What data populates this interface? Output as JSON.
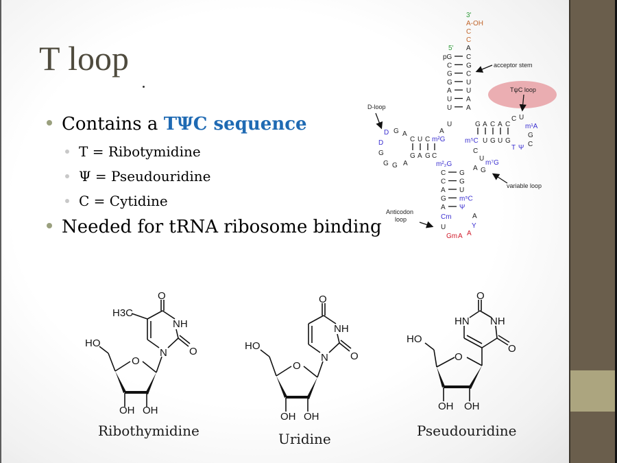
{
  "slide": {
    "title": "T loop",
    "bullets": [
      {
        "prefix": "Contains a ",
        "highlight": "TΨC sequence",
        "level": 1
      },
      {
        "text": "T = Ribotymidine",
        "level": 2
      },
      {
        "text": "Ψ = Pseudouridine",
        "level": 2
      },
      {
        "text": "C = Cytidine",
        "level": 2
      },
      {
        "text": "Needed for tRNA ribosome binding",
        "level": 1
      }
    ],
    "colors": {
      "highlight": "#1f6ab3",
      "title": "#4f4b3e",
      "sidebar": "#6a5e4c",
      "sidebar_accent": "#aca57f",
      "tpsic_oval": "#e8a0a4"
    }
  },
  "trna_diagram": {
    "end_3prime": "3'",
    "end_5prime": "5'",
    "acceptor_tail": [
      "A-OH",
      "C",
      "C",
      "A"
    ],
    "acceptor_pairs": [
      [
        "pG",
        "C"
      ],
      [
        "C",
        "G"
      ],
      [
        "G",
        "C"
      ],
      [
        "G",
        "U"
      ],
      [
        "A",
        "U"
      ],
      [
        "U",
        "A"
      ],
      [
        "U",
        "A"
      ]
    ],
    "labels": {
      "acceptor_stem": "acceptor stem",
      "tpsic_loop": "TψC loop",
      "d_loop": "D-loop",
      "variable_loop": "variable loop",
      "anticodon_loop_1": "Anticodon",
      "anticodon_loop_2": "loop"
    },
    "d_arm": {
      "top": [
        "C",
        "U",
        "C",
        "m²G"
      ],
      "bottom": [
        "G",
        "A",
        "G",
        "C"
      ],
      "loop": [
        "A",
        "G",
        "D",
        "D",
        "G",
        "G",
        "G",
        "A"
      ],
      "connector": [
        "U",
        "A"
      ],
      "m22g": "m²₂G"
    },
    "t_arm": {
      "top": [
        "G",
        "A",
        "C",
        "A",
        "C"
      ],
      "bottom": [
        "m⁵C",
        "U",
        "G",
        "U",
        "G"
      ],
      "loop": [
        "C",
        "U",
        "m¹A",
        "G",
        "C",
        "Ψ",
        "T"
      ]
    },
    "variable": [
      "C",
      "U",
      "m⁷G",
      "G",
      "A"
    ],
    "anticodon_pairs": [
      [
        "C",
        "G"
      ],
      [
        "C",
        "G"
      ],
      [
        "A",
        "U"
      ],
      [
        "G",
        "m⁵C"
      ],
      [
        "A",
        "Ψ"
      ]
    ],
    "anticodon_loop": [
      "Cm",
      "U",
      "Gm",
      "A",
      "A",
      "Y",
      "A"
    ]
  },
  "molecules": [
    {
      "name": "Ribothymidine",
      "atoms": {
        "o_top": "O",
        "nh": "NH",
        "o_right": "O",
        "n": "N",
        "ch3": "H3C",
        "ho": "HO",
        "o_ring": "O",
        "oh1": "OH",
        "oh2": "OH"
      }
    },
    {
      "name": "Uridine",
      "atoms": {
        "o_top": "O",
        "nh": "NH",
        "o_right": "O",
        "n": "N",
        "ho": "HO",
        "o_ring": "O",
        "oh1": "OH",
        "oh2": "OH"
      }
    },
    {
      "name": "Pseudouridine",
      "atoms": {
        "o_top": "O",
        "hn": "HN",
        "nh": "NH",
        "o_right": "O",
        "ho": "HO",
        "o_ring": "O",
        "oh1": "OH",
        "oh2": "OH"
      }
    }
  ]
}
